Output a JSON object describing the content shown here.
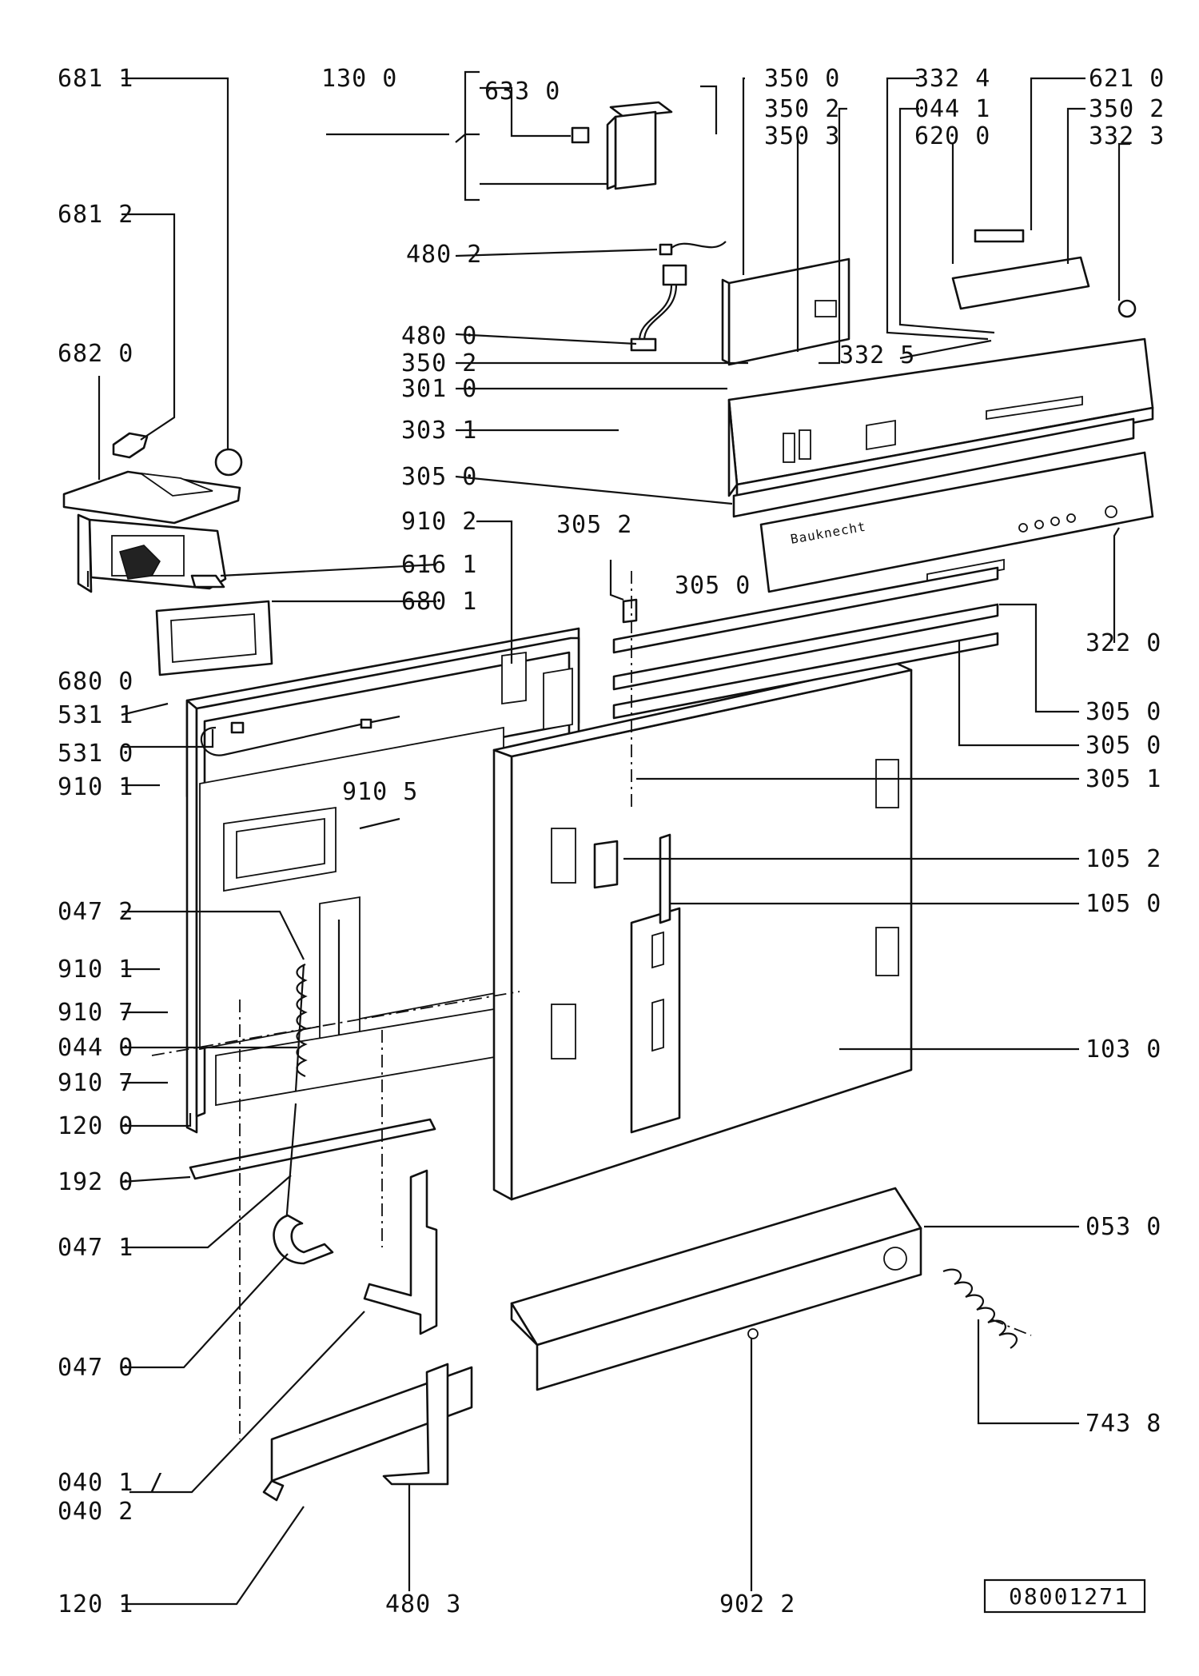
{
  "labels": {
    "681_1": "681 1",
    "130_0": "130 0",
    "633_0": "633 0",
    "681_2": "681 2",
    "682_0": "682 0",
    "680_0": "680 0",
    "531_1": "531 1",
    "531_0": "531 0",
    "910_1a": "910 1",
    "910_5": "910 5",
    "047_2": "047 2",
    "910_1b": "910 1",
    "910_7a": "910 7",
    "044_0": "044 0",
    "910_7b": "910 7",
    "120_0": "120 0",
    "192_0": "192 0",
    "047_1": "047 1",
    "047_0": "047 0",
    "040_1": "040 1 /",
    "040_2": "040 2",
    "120_1": "120 1",
    "480_3": "480 3",
    "902_2": "902 2",
    "480_2": "480 2",
    "480_0": "480 0",
    "350_2a": "350 2",
    "301_0": "301 0",
    "303_1": "303 1",
    "305_0a": "305 0",
    "910_2": "910 2",
    "305_2": "305 2",
    "616_1": "616 1",
    "680_1": "680 1",
    "305_0b": "305 0",
    "350_0": "350 0",
    "350_2b": "350 2",
    "350_3": "350 3",
    "332_4": "332 4",
    "044_1": "044 1",
    "620_0": "620 0",
    "621_0": "621 0",
    "350_2c": "350 2",
    "332_3": "332 3",
    "332_5": "332 5",
    "322_0": "322 0",
    "305_0c": "305 0",
    "305_0d": "305 0",
    "305_1": "305 1",
    "105_2": "105 2",
    "105_0": "105 0",
    "103_0": "103 0",
    "053_0": "053 0",
    "743_8": "743 8"
  },
  "reference_number": "08001271",
  "panel_brand": "Bauknecht"
}
